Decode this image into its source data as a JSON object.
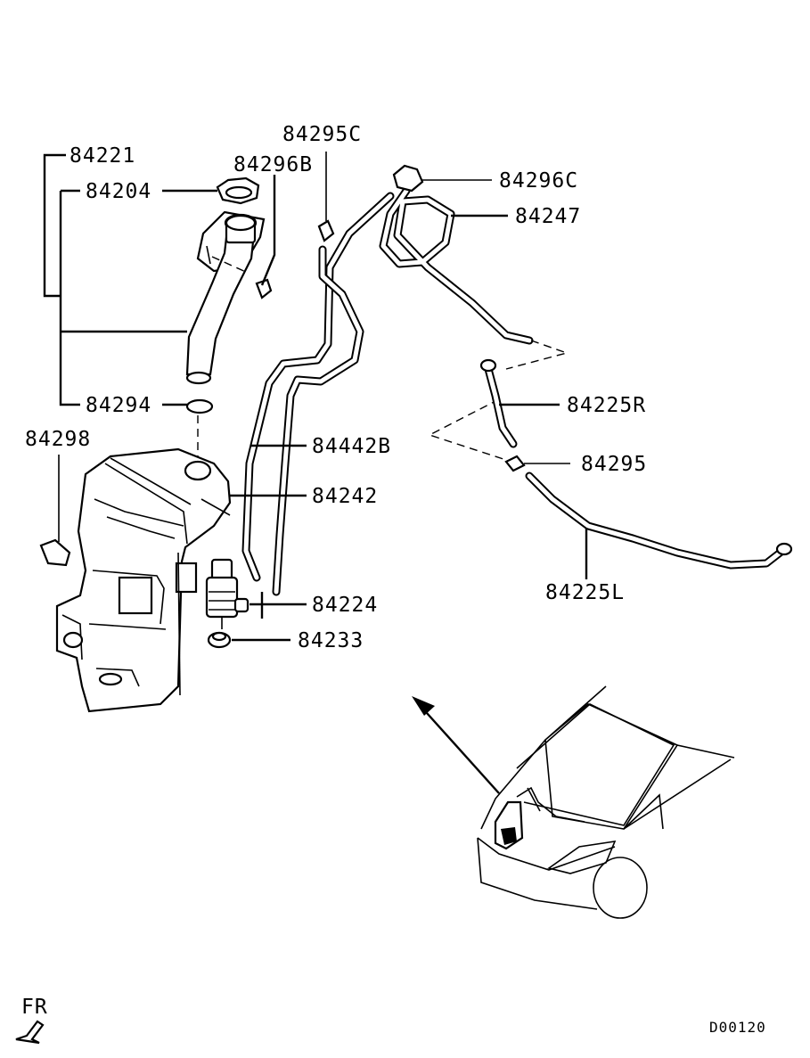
{
  "parts": {
    "p84221": "84221",
    "p84204": "84204",
    "p84296B": "84296B",
    "p84295C": "84295C",
    "p84296C": "84296C",
    "p84247": "84247",
    "p84294": "84294",
    "p84298": "84298",
    "p84442B": "84442B",
    "p84242": "84242",
    "p84225R": "84225R",
    "p84295": "84295",
    "p84224": "84224",
    "p84233": "84233",
    "p84225L": "84225L"
  },
  "orientation_label": "FR",
  "diagram_code": "D00120"
}
